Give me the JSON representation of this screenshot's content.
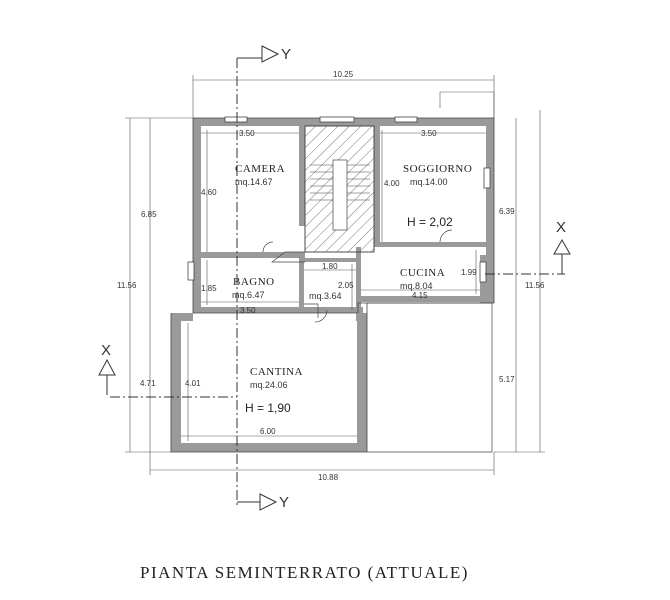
{
  "title": "PIANTA SEMINTERRATO (ATTUALE)",
  "section_markers": {
    "y": "Y",
    "x": "X"
  },
  "rooms": {
    "camera": {
      "name": "CAMERA",
      "area": "mq.14.67"
    },
    "soggiorno": {
      "name": "SOGGIORNO",
      "area": "mq.14.00"
    },
    "bagno": {
      "name": "BAGNO",
      "area": "mq.6.47"
    },
    "ripostiglio": {
      "area": "mq.3.64"
    },
    "cucina": {
      "name": "CUCINA",
      "area": "mq.8.04"
    },
    "cantina": {
      "name": "CANTINA",
      "area": "mq.24.06"
    }
  },
  "heights": {
    "upper": "H = 2,02",
    "cantina": "H = 1,90"
  },
  "dimensions": {
    "top_overall": "10.25",
    "bottom_overall": "10.88",
    "camera_width": "3.50",
    "soggiorno_width": "3.50",
    "camera_depth": "4.60",
    "soggiorno_depth": "4.00",
    "left_upper": "6.85",
    "left_total": "11.56",
    "right_upper": "6.39",
    "right_total": "11.56",
    "right_lower": "5.17",
    "bagno_depth": "1.85",
    "bagno_width": "3.50",
    "rip_width": "1.80",
    "rip_depth": "2.05",
    "cucina_depth": "1.99",
    "cucina_width": "4.15",
    "cantina_left": "4.71",
    "cantina_depth": "4.01",
    "cantina_width": "6.00"
  }
}
